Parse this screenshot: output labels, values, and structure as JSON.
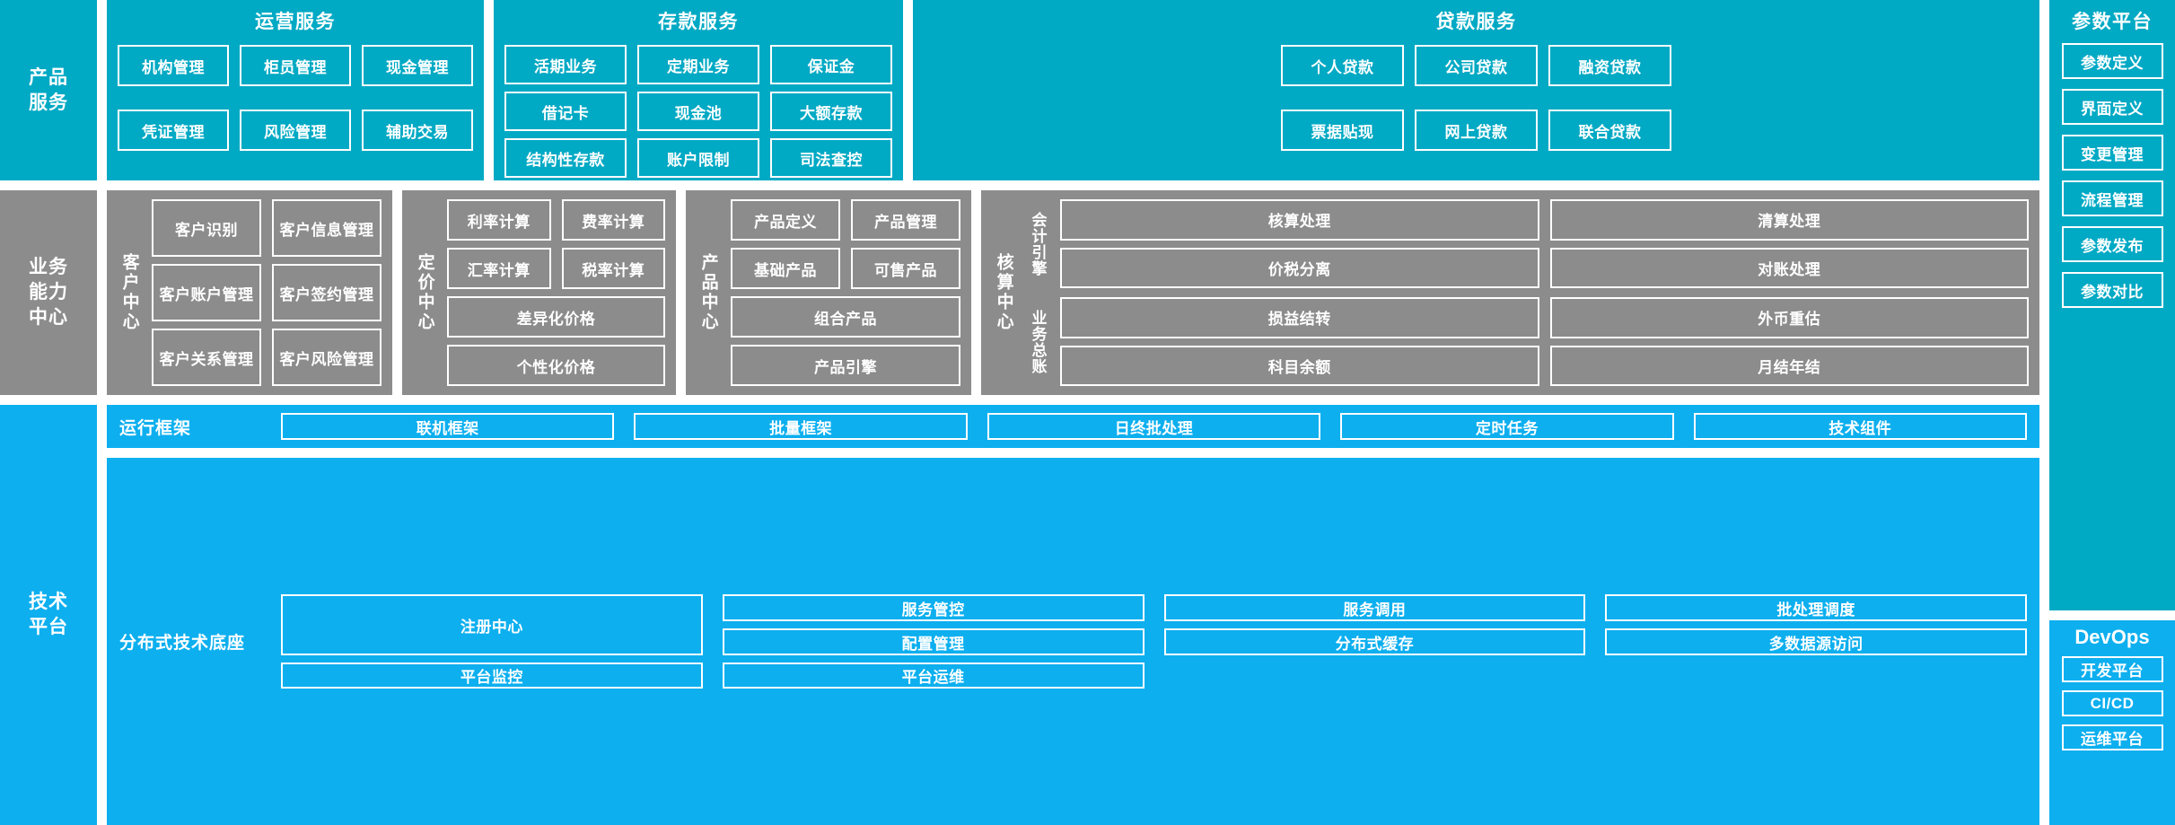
{
  "colors": {
    "teal": "#00A9C4",
    "gray": "#8C8C8C",
    "blue": "#0DAFEF",
    "border": "#FFFFFF"
  },
  "rows": {
    "product_services": {
      "spine_label": "产品\n服务",
      "groups": [
        {
          "title": "运营服务",
          "items": [
            "机构管理",
            "柜员管理",
            "现金管理",
            "凭证管理",
            "风险管理",
            "辅助交易"
          ]
        },
        {
          "title": "存款服务",
          "items": [
            "活期业务",
            "定期业务",
            "保证金",
            "借记卡",
            "现金池",
            "大额存款",
            "结构性存款",
            "账户限制",
            "司法查控"
          ]
        },
        {
          "title": "贷款服务",
          "items": [
            "个人贷款",
            "公司贷款",
            "融资贷款",
            "票据贴现",
            "网上贷款",
            "联合贷款"
          ]
        }
      ],
      "rail": {
        "title": "参数平台",
        "items": [
          "参数定义",
          "界面定义",
          "变更管理",
          "流程管理",
          "参数发布",
          "参数对比"
        ]
      }
    },
    "capability_centers": {
      "spine_label": "业务\n能力\n中心",
      "centers": [
        {
          "label": "客户中心",
          "items": [
            "客户识别",
            "客户信息管理",
            "客户账户管理",
            "客户签约管理",
            "客户关系管理",
            "客户风险管理"
          ]
        },
        {
          "label": "定价中心",
          "items": [
            "利率计算",
            "费率计算",
            "汇率计算",
            "税率计算",
            "差异化价格",
            "个性化价格"
          ]
        },
        {
          "label": "产品中心",
          "items": [
            "产品定义",
            "产品管理",
            "基础产品",
            "可售产品",
            "组合产品",
            "产品引擎"
          ]
        },
        {
          "label": "核算中心",
          "sub": [
            {
              "label": "会计引擎",
              "items": [
                "核算处理",
                "清算处理",
                "价税分离",
                "对账处理"
              ]
            },
            {
              "label": "业务总账",
              "items": [
                "损益结转",
                "外币重估",
                "科目余额",
                "月结年结"
              ]
            }
          ]
        }
      ]
    },
    "tech_platform": {
      "spine_label": "技术\n平台",
      "sections": [
        {
          "label": "运行框架",
          "items": [
            "联机框架",
            "批量框架",
            "日终批处理",
            "定时任务",
            "技术组件"
          ]
        },
        {
          "label": "分布式技术底座",
          "items": [
            "注册中心",
            "服务管控",
            "分布式缓存",
            "服务调用",
            "多数据源访问",
            "批处理调度",
            "平台监控",
            "配置管理",
            "平台运维"
          ]
        }
      ],
      "rail": {
        "title": "DevOps",
        "items": [
          "开发平台",
          "CI/CD",
          "运维平台"
        ]
      }
    }
  }
}
